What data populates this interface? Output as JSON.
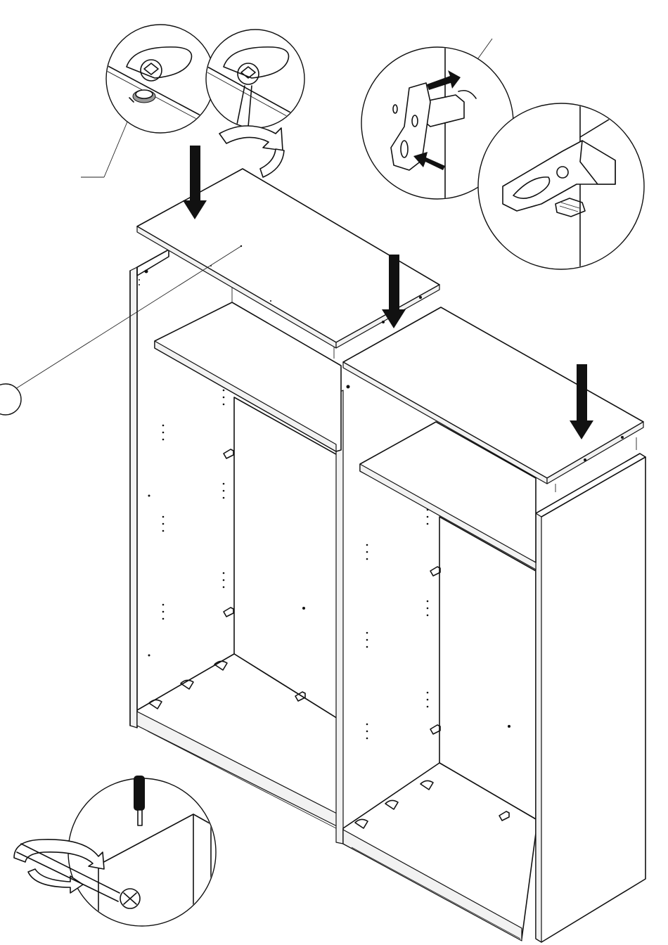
{
  "figure": {
    "type": "assembly-instruction",
    "background": "#ffffff",
    "ink": "#111111",
    "icons": [
      "arrow-down-icon",
      "rotate-arrow-icon",
      "cam-lock-icon",
      "screwdriver-icon",
      "shelf-support-icon",
      "dowel-icon",
      "push-arrow-icon"
    ],
    "callouts": [
      {
        "name": "cam-lock-insert-detail"
      },
      {
        "name": "cam-lock-turn-detail"
      },
      {
        "name": "bracket-slide-detail"
      },
      {
        "name": "bracket-screw-detail"
      },
      {
        "name": "screwdriver-plinth-detail"
      }
    ],
    "pointer_bubble": ""
  }
}
